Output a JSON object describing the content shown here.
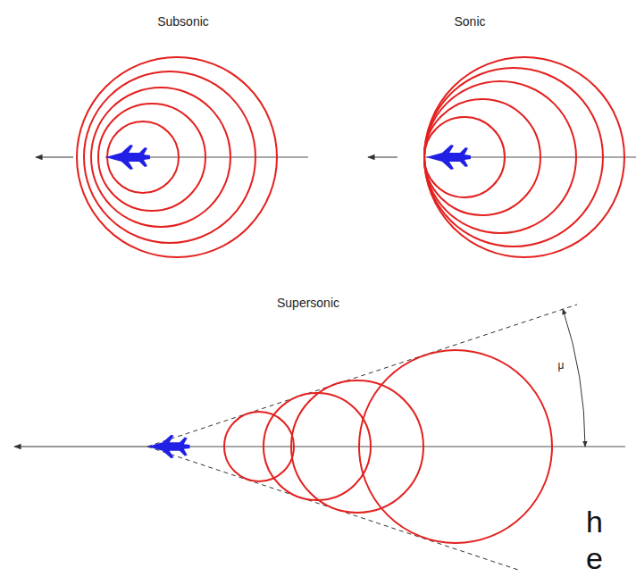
{
  "diagram": {
    "labels": [
      "Subsonic",
      "Sonic",
      "Supersonic",
      "μ",
      "h",
      "e"
    ]
  }
}
